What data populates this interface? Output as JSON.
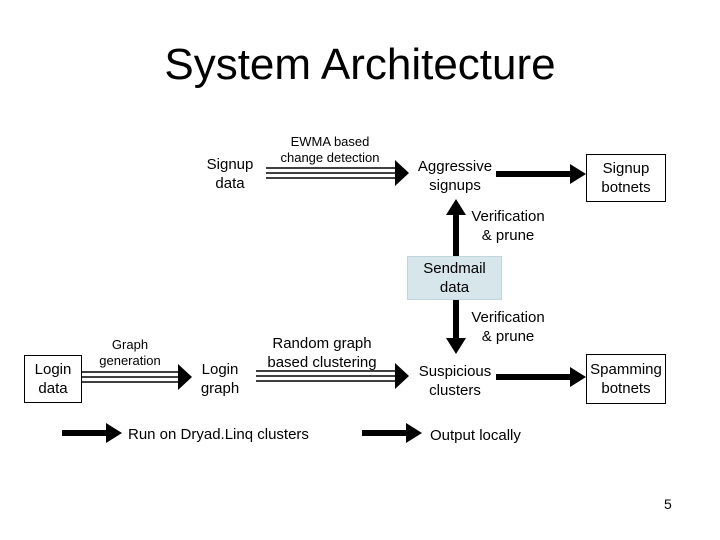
{
  "title": "System Architecture",
  "nodes": {
    "signup_data": "Signup\ndata",
    "aggressive_signups": "Aggressive\nsignups",
    "signup_botnets": "Signup\nbotnets",
    "sendmail_data": "Sendmail\ndata",
    "login_data": "Login\ndata",
    "login_graph": "Login\ngraph",
    "suspicious_clusters": "Suspicious\nclusters",
    "spamming_botnets": "Spamming\nbotnets"
  },
  "labels": {
    "ewma": "EWMA based\nchange detection",
    "verification_top": "Verification\n& prune",
    "graph_generation": "Graph\ngeneration",
    "random_graph": "Random graph\nbased clustering",
    "verification_bottom": "Verification\n& prune"
  },
  "legend": {
    "dryad": "Run on Dryad.Linq clusters",
    "local": "Output locally"
  },
  "page_number": "5"
}
